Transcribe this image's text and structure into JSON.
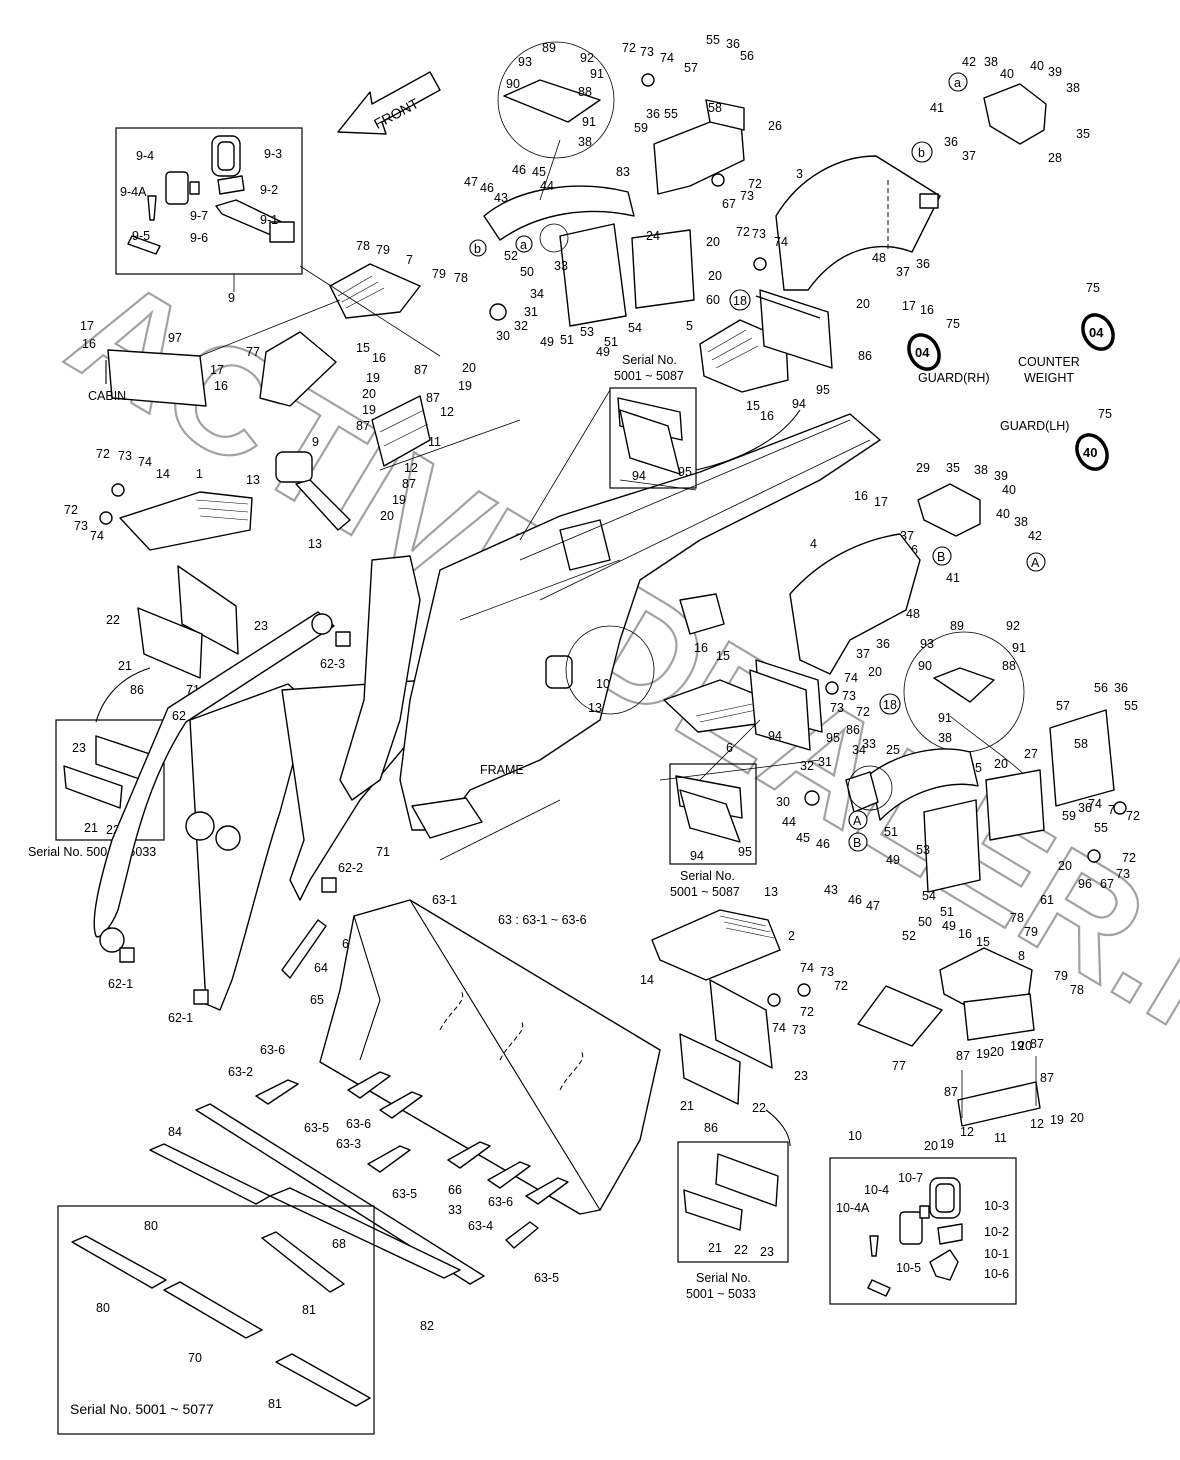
{
  "watermark": "ACTIVE-DEALER.RU",
  "front_label": "FRONT",
  "labels": {
    "cabin": "CABIN",
    "frame": "FRAME",
    "counter_weight": "COUNTER",
    "counter_weight_2": "WEIGHT",
    "guard_rh": "GUARD(RH)",
    "guard_lh": "GUARD(LH)",
    "bucket_group": "63 : 63-1 ~ 63-6"
  },
  "serial_notes": {
    "s5087_a": "Serial No.",
    "s5087_a2": "5001 ~ 5087",
    "s5087_b": "Serial No.",
    "s5087_b2": "5001 ~ 5087",
    "s5033_left": "Serial No. 5001 ~ 5033",
    "s5033_right": "Serial No.",
    "s5033_right2": "5001 ~ 5033",
    "s5077": "Serial No. 5001 ~ 5077"
  },
  "badges": {
    "b1": "04",
    "b2": "04",
    "b3": "40"
  },
  "circle_refs": {
    "a": "a",
    "b": "b",
    "A": "A",
    "B": "B",
    "r18": "18"
  },
  "callouts": {
    "n1": "1",
    "n2": "2",
    "n3": "3",
    "n4": "4",
    "n5": "5",
    "n6": "6",
    "n7": "7",
    "n8": "8",
    "n9": "9",
    "n10": "10",
    "n11": "11",
    "n12": "12",
    "n13": "13",
    "n14": "14",
    "n15": "15",
    "n16": "16",
    "n17": "17",
    "n19": "19",
    "n20": "20",
    "n21": "21",
    "n22": "22",
    "n23": "23",
    "n24": "24",
    "n25": "25",
    "n26": "26",
    "n27": "27",
    "n28": "28",
    "n29": "29",
    "n30": "30",
    "n31": "31",
    "n32": "32",
    "n33": "33",
    "n34": "34",
    "n35": "35",
    "n36": "36",
    "n37": "37",
    "n38": "38",
    "n39": "39",
    "n40": "40",
    "n41": "41",
    "n42": "42",
    "n43": "43",
    "n44": "44",
    "n45": "45",
    "n46": "46",
    "n47": "47",
    "n48": "48",
    "n49": "49",
    "n50": "50",
    "n51": "51",
    "n52": "52",
    "n53": "53",
    "n54": "54",
    "n55": "55",
    "n56": "56",
    "n57": "57",
    "n58": "58",
    "n59": "59",
    "n60": "60",
    "n61": "61",
    "n62": "62",
    "n62_1": "62-1",
    "n62_2": "62-2",
    "n62_3": "62-3",
    "n63_1": "63-1",
    "n63_2": "63-2",
    "n63_3": "63-3",
    "n63_4": "63-4",
    "n63_5": "63-5",
    "n63_6": "63-6",
    "n64": "64",
    "n65": "65",
    "n66": "66",
    "n67": "67",
    "n68": "68",
    "n70": "70",
    "n71": "71",
    "n72": "72",
    "n73": "73",
    "n74": "74",
    "n75": "75",
    "n77": "77",
    "n78": "78",
    "n79": "79",
    "n80": "80",
    "n81": "81",
    "n82": "82",
    "n83": "83",
    "n84": "84",
    "n85": "85",
    "n86": "86",
    "n87": "87",
    "n88": "88",
    "n89": "89",
    "n90": "90",
    "n91": "91",
    "n92": "92",
    "n93": "93",
    "n94": "94",
    "n95": "95",
    "n96": "96",
    "n97": "97",
    "n9_1": "9-1",
    "n9_2": "9-2",
    "n9_3": "9-3",
    "n9_4": "9-4",
    "n9_4A": "9-4A",
    "n9_5": "9-5",
    "n9_6": "9-6",
    "n9_7": "9-7",
    "n10_1": "10-1",
    "n10_2": "10-2",
    "n10_3": "10-3",
    "n10_4": "10-4",
    "n10_4A": "10-4A",
    "n10_5": "10-5",
    "n10_6": "10-6",
    "n10_7": "10-7"
  }
}
